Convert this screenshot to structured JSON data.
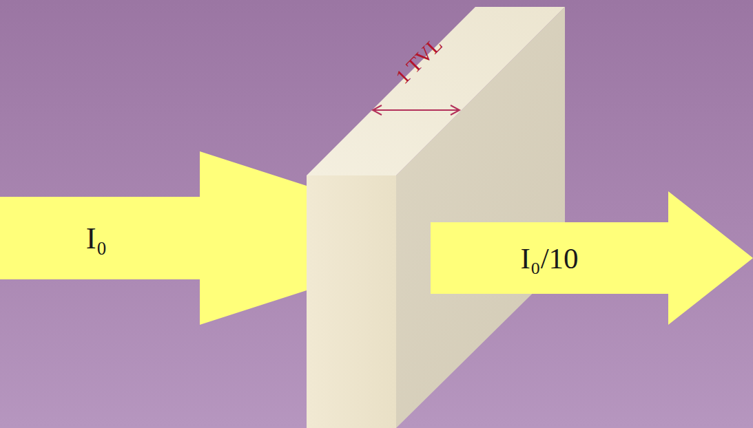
{
  "diagram": {
    "nodes": [
      {
        "text": [
          "I₀"
        ]
      },
      {
        "text": [
          "I₀/10"
        ]
      }
    ],
    "labels": [
      "1 TVL"
    ]
  }
}
